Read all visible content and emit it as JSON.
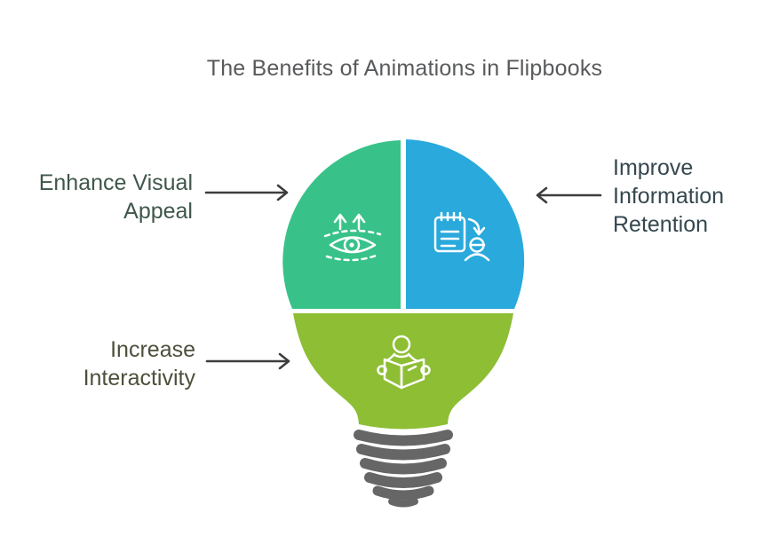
{
  "title": "The Benefits of Animations in Flipbooks",
  "title_color": "#595A5C",
  "background": "#FFFFFF",
  "sections": [
    {
      "id": "enhance-visual-appeal",
      "label": "Enhance Visual\nAppeal",
      "color": "#38C289",
      "label_color": "#3F574B",
      "icon": "eye-growth-icon"
    },
    {
      "id": "improve-information-retention",
      "label": "Improve\nInformation\nRetention",
      "color": "#29A9DC",
      "label_color": "#35474F",
      "icon": "notepad-learner-icon"
    },
    {
      "id": "increase-interactivity",
      "label": "Increase\nInteractivity",
      "color": "#8DBE34",
      "label_color": "#4C503C",
      "icon": "reading-person-icon"
    }
  ],
  "bulb": {
    "base_color": "#666666",
    "icon_stroke": "#FFFFFF",
    "divider_color": "#FFFFFF"
  },
  "arrows": {
    "color": "#3D3D3D"
  }
}
